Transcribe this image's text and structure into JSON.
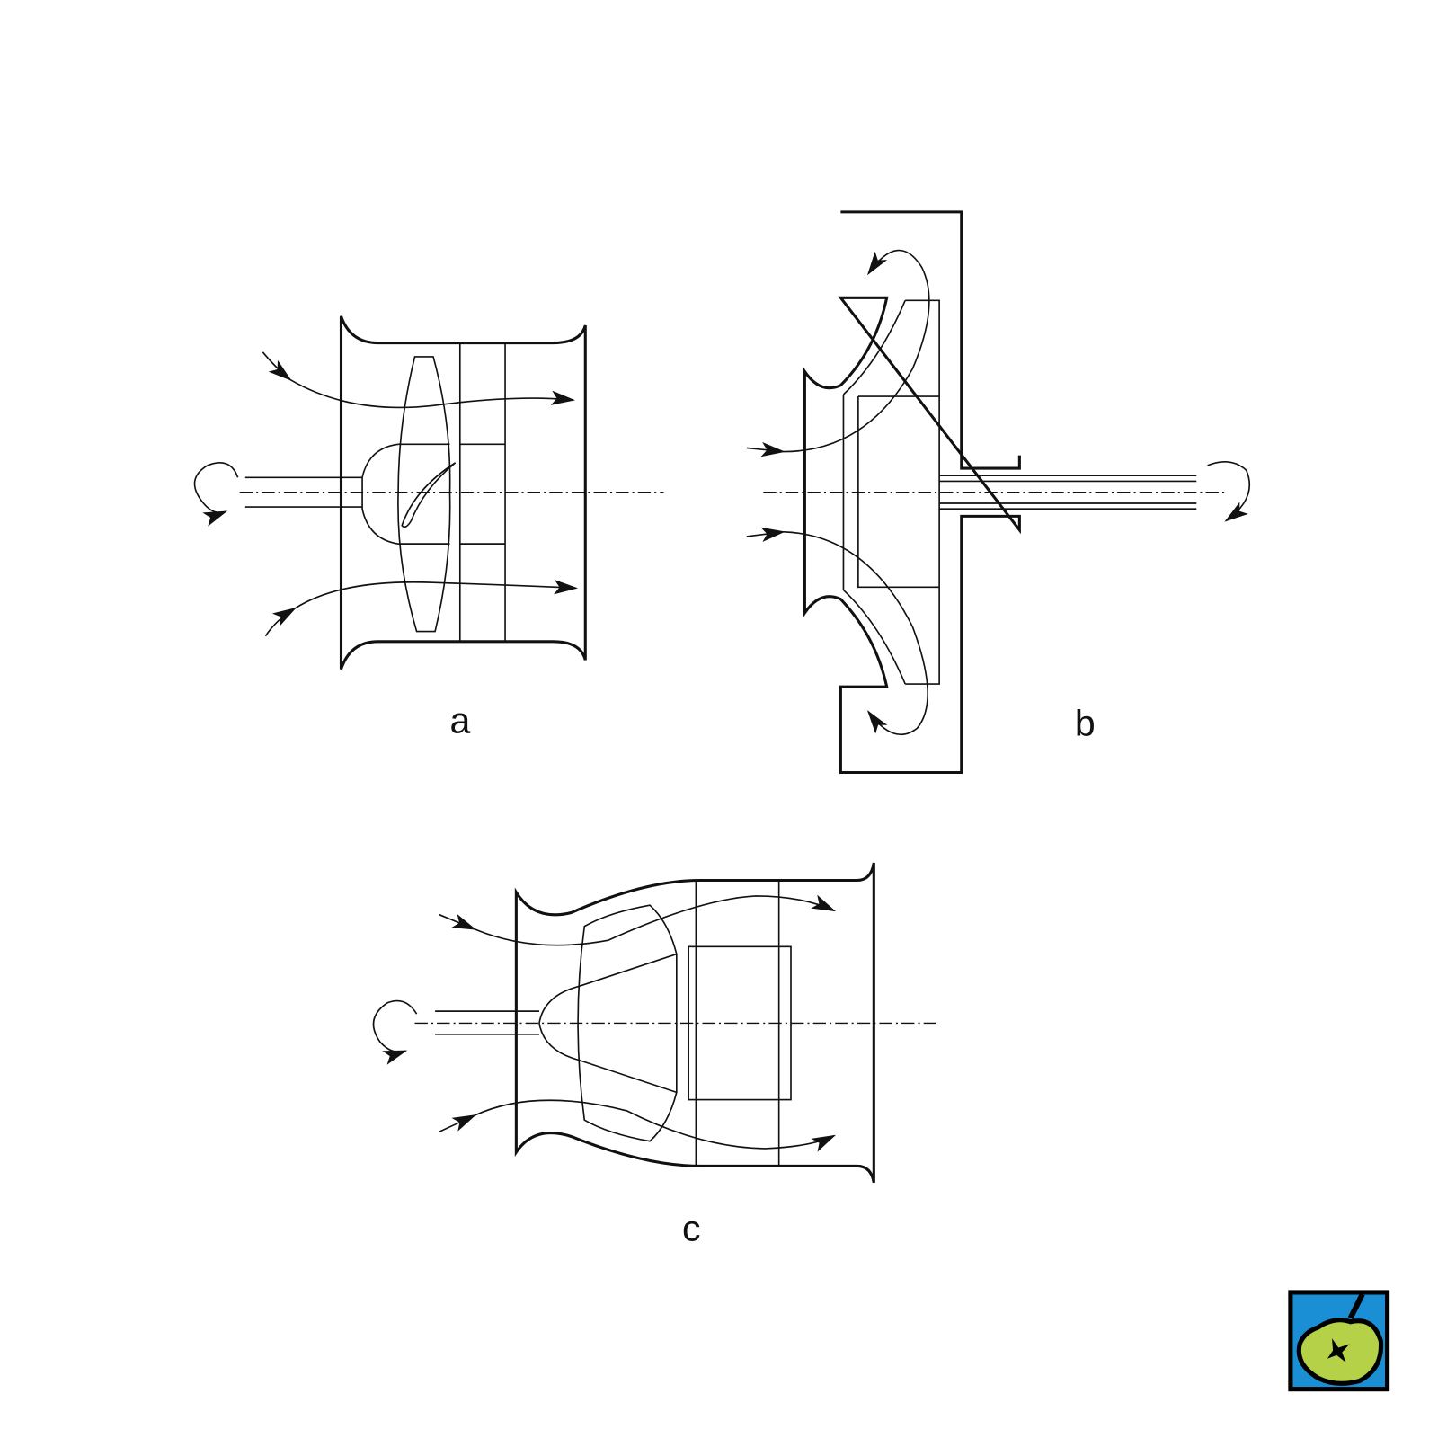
{
  "figures": [
    {
      "label": "a"
    },
    {
      "label": "b"
    },
    {
      "label": "c"
    }
  ],
  "logo": {
    "colors": {
      "background": "#1a8fd6",
      "apple": "#b5d147",
      "outline": "#000000"
    }
  }
}
